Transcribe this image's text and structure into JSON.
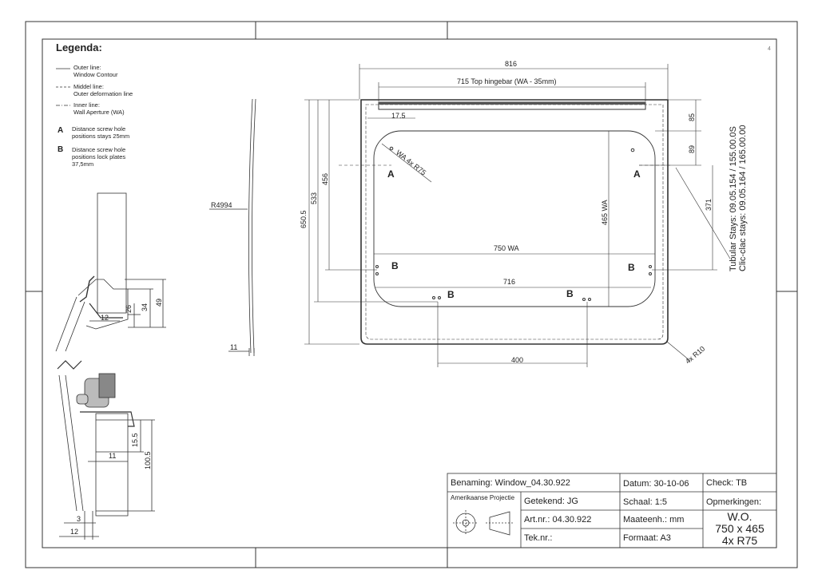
{
  "legend": {
    "title": "Legenda:",
    "items": [
      {
        "symbol": "line",
        "lines": [
          "Outer line:",
          "Window Contour"
        ]
      },
      {
        "symbol": "dash",
        "lines": [
          "Middel line:",
          "Outer deformation line"
        ]
      },
      {
        "symbol": "dashdot",
        "lines": [
          "Inner line:",
          "Wall Aperture (WA)"
        ]
      },
      {
        "symbol": "A",
        "lines": [
          "Distance screw hole",
          "positions stays 25mm"
        ]
      },
      {
        "symbol": "B",
        "lines": [
          "Distance screw hole",
          "positions lock plates",
          "37,5mm"
        ]
      }
    ]
  },
  "front_view": {
    "dims": {
      "w816": "816",
      "topbar": "715  Top hingebar  (WA - 35mm)",
      "d17": "17.5",
      "r75": "WA  4x R75",
      "w750": "750  WA",
      "w716": "716",
      "w400": "400",
      "h650": "650.5",
      "h533": "533",
      "h456": "456",
      "h465": "465  WA",
      "h85": "85",
      "h89": "89",
      "h371": "371",
      "r10": "4x R10"
    },
    "markers": {
      "a": "A",
      "b": "B"
    },
    "stays": [
      "Tubular Stays:  09.05.154 / 155.00.0S",
      "Clic-clac stays: 09.05.164 / 165.00.00"
    ]
  },
  "side_view": {
    "radius": "R4994",
    "thickness": "11"
  },
  "section": {
    "top": {
      "d49": "49",
      "d34": "34",
      "d26": "26",
      "d12": "12"
    },
    "bottom": {
      "d15": "15.5",
      "d100": "100.5",
      "d11": "11",
      "d3": "3",
      "d12": "12"
    }
  },
  "title_block": {
    "benaming": "Benaming: Window_04.30.922",
    "datum": "Datum: 30-10-06",
    "check": "Check: TB",
    "projection": "Amerikaanse Projectie",
    "getekend": "Getekend: JG",
    "schaal": "Schaal: 1:5",
    "opmerkingen": "Opmerkingen:",
    "artnr": "Art.nr.: 04.30.922",
    "maateenh": "Maateenh.: mm",
    "remark1": "W.O.",
    "remark2": "750 x 465",
    "remark3": "4x R75",
    "teknr": "Tek.nr.:",
    "formaat": "Formaat: A3"
  },
  "corner_mark": "4"
}
